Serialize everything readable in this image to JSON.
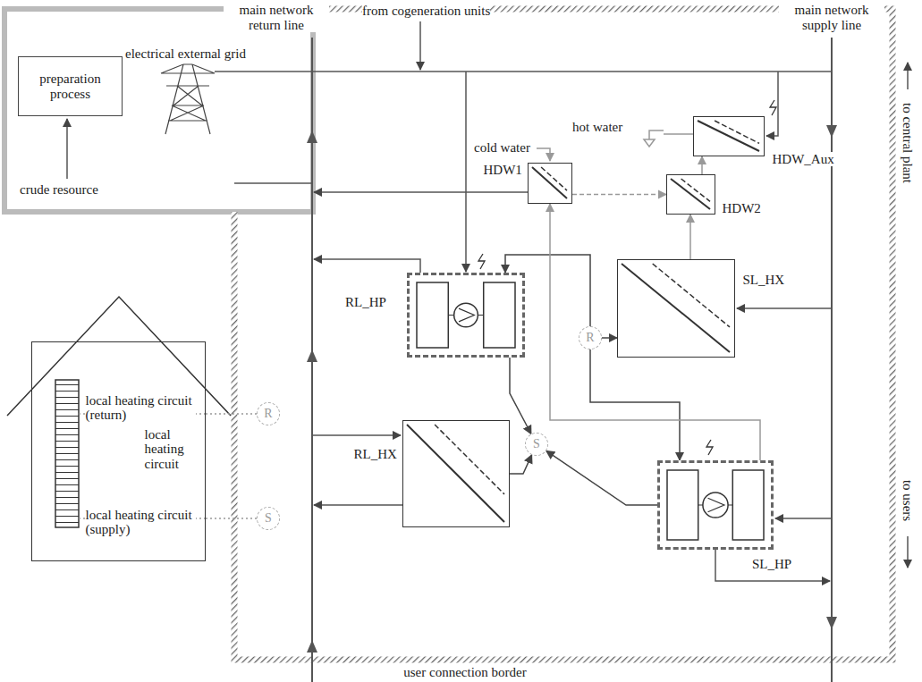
{
  "diagram": {
    "nodes": [
      {
        "text": [
          "preparation process"
        ]
      },
      {
        "text": [
          "HDW_Aux"
        ]
      },
      {
        "text": [
          "HDW1"
        ]
      },
      {
        "text": [
          "HDW2"
        ]
      },
      {
        "text": [
          "RL_HP"
        ]
      },
      {
        "text": [
          "SL_HX"
        ]
      },
      {
        "text": [
          "R"
        ]
      },
      {
        "text": [
          "local heating circuit (return)",
          "local heating circuit",
          "local heating circuit (supply)"
        ]
      },
      {
        "text": [
          "R"
        ]
      },
      {
        "text": [
          "RL_HX"
        ]
      },
      {
        "text": [
          "S"
        ]
      },
      {
        "text": [
          "S"
        ]
      },
      {
        "text": [
          "SL_HP"
        ]
      }
    ],
    "edges": [
      {
        "from": 7,
        "to": 8,
        "arrow": "none"
      },
      {
        "from": 7,
        "to": 11,
        "arrow": "none"
      },
      {
        "from": 6,
        "to": 4,
        "arrow": "to"
      },
      {
        "from": 6,
        "to": 5,
        "arrow": "to"
      },
      {
        "from": 6,
        "to": 12,
        "arrow": "to"
      },
      {
        "from": 4,
        "to": 10,
        "arrow": "to"
      },
      {
        "from": 9,
        "to": 10,
        "arrow": "to"
      },
      {
        "from": 12,
        "to": 10,
        "arrow": "to"
      },
      {
        "from": 5,
        "to": 3,
        "arrow": "to"
      },
      {
        "from": 12,
        "to": 2,
        "arrow": "to"
      },
      {
        "from": 2,
        "to": 3,
        "arrow": "to"
      },
      {
        "from": 3,
        "to": 1,
        "arrow": "to"
      }
    ],
    "labels": [
      "main network return line",
      "from cogeneration units",
      "main network supply line",
      "to central plant",
      "to users",
      "electrical external grid",
      "crude resource",
      "hot water",
      "cold water",
      "user connection border"
    ]
  }
}
